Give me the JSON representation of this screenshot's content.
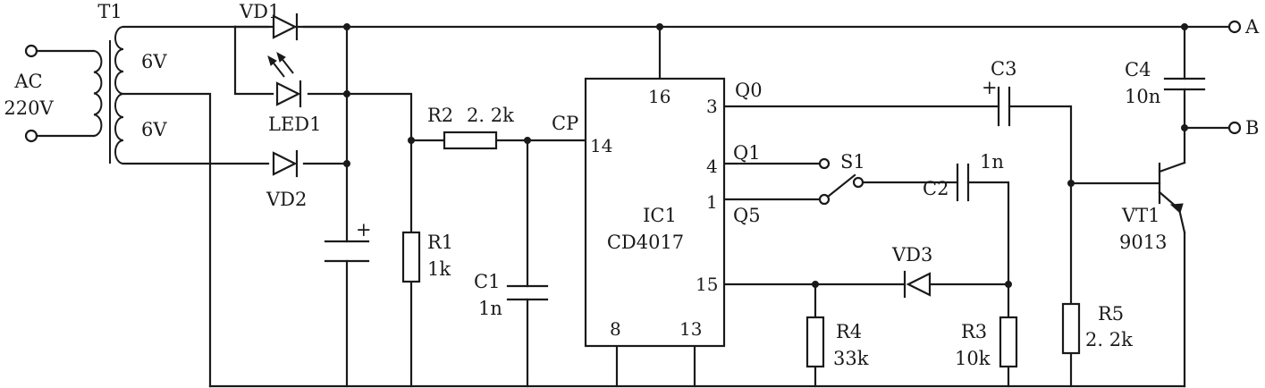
{
  "transformer": {
    "ref": "T1",
    "input_label": "AC",
    "input_voltage": "220V",
    "upper_winding": "6V",
    "lower_winding": "6V"
  },
  "diodes": {
    "vd1": "VD1",
    "vd2": "VD2",
    "vd3": "VD3",
    "led": "LED1"
  },
  "resistors": {
    "r1": {
      "ref": "R1",
      "value": "1k"
    },
    "r2": {
      "ref": "R2",
      "value": "2. 2k"
    },
    "r3": {
      "ref": "R3",
      "value": "10k"
    },
    "r4": {
      "ref": "R4",
      "value": "33k"
    },
    "r5": {
      "ref": "R5",
      "value": "2. 2k"
    }
  },
  "capacitors": {
    "filter_plus": "+",
    "c1": {
      "ref": "C1",
      "value": "1n"
    },
    "c2": {
      "ref": "C2",
      "value": "1n"
    },
    "c3": {
      "ref": "C3",
      "plus": "+"
    },
    "c4": {
      "ref": "C4",
      "value": "10n"
    }
  },
  "ic": {
    "ref": "IC1",
    "part": "CD4017",
    "pins": {
      "p16": "16",
      "p3": "3",
      "p14": "14",
      "p4": "4",
      "p1": "1",
      "p15": "15",
      "p8": "8",
      "p13": "13"
    },
    "signals": {
      "cp": "CP",
      "q0": "Q0",
      "q1": "Q1",
      "q5": "Q5"
    }
  },
  "switch": {
    "ref": "S1"
  },
  "transistor": {
    "ref": "VT1",
    "part": "9013"
  },
  "outputs": {
    "a": "A",
    "b": "B"
  }
}
